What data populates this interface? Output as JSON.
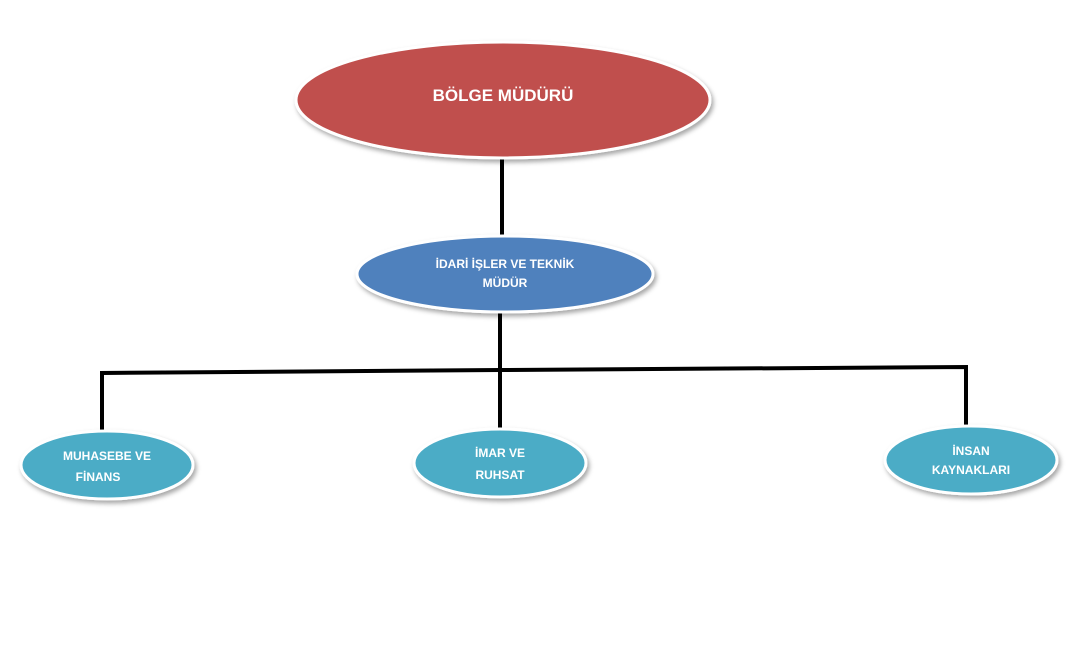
{
  "org_chart": {
    "root": {
      "label": "BÖLGE MÜDÜRÜ",
      "color": "#C0504D"
    },
    "manager": {
      "label_lines": [
        "İDARİ İŞLER VE TEKNİK",
        "MÜDÜR"
      ],
      "color": "#4F81BD"
    },
    "departments": [
      {
        "label_lines": [
          "MUHASEBE VE",
          "FİNANS"
        ],
        "color": "#4BACC6"
      },
      {
        "label_lines": [
          "İMAR VE",
          "RUHSAT"
        ],
        "color": "#4BACC6"
      },
      {
        "label_lines": [
          "İNSAN",
          "KAYNAKLARI"
        ],
        "color": "#4BACC6"
      }
    ],
    "connector_color": "#000000"
  }
}
